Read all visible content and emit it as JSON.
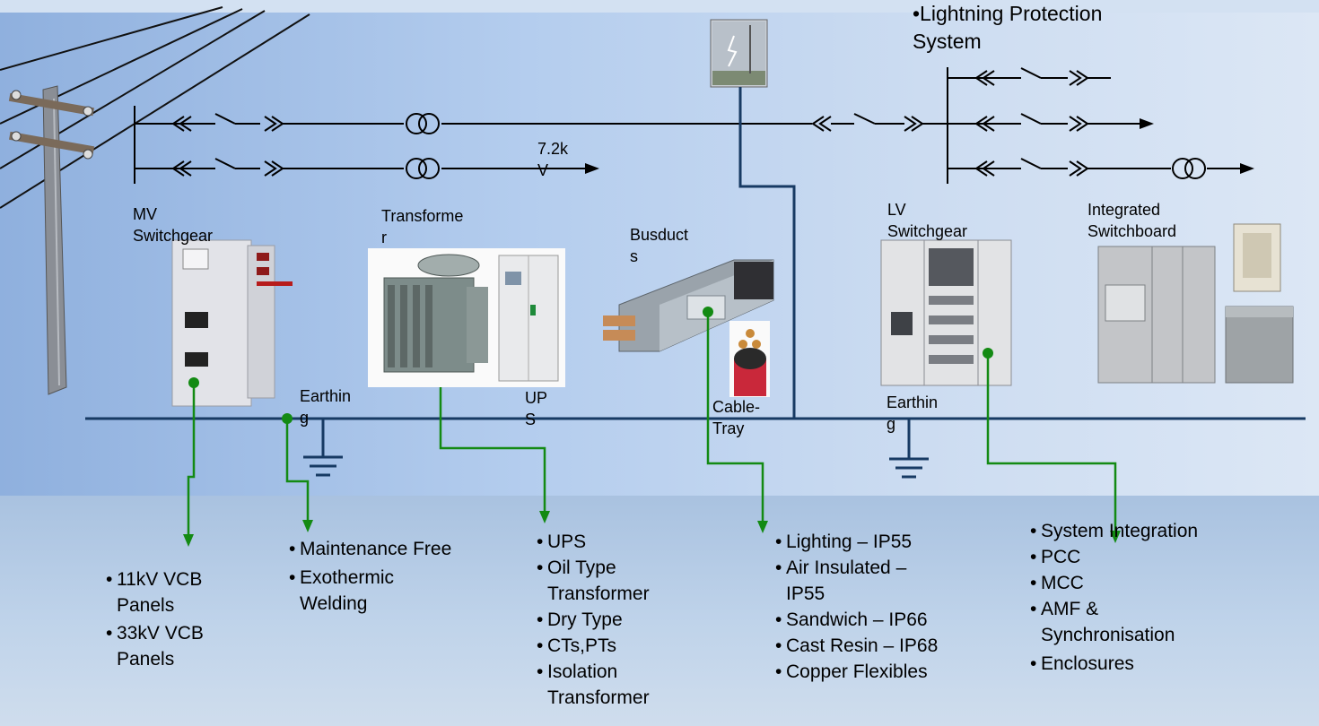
{
  "labels": {
    "lightning": "•Lightning      Protection\nSystem",
    "voltage": "7.2k\nV",
    "mv_switchgear": "MV\nSwitchgear",
    "transformer": "Transforme\nr",
    "busducts": "Busduct\ns",
    "lv_switchgear": "LV\nSwitchgear",
    "integrated_switchboard": "Integrated\nSwitchboard",
    "earthing_1": "Earthin\ng",
    "earthing_2": "Earthin\ng",
    "ups": "UP\nS",
    "cable_tray": "Cable-\nTray"
  },
  "lists": {
    "mv": [
      "11kV VCB\nPanels",
      "33kV VCB\nPanels"
    ],
    "earthing": [
      "Maintenance Free",
      "Exothermic\nWelding"
    ],
    "transformer": [
      "UPS",
      "Oil Type\nTransformer",
      "Dry Type",
      "CTs,PTs",
      "Isolation\nTransformer"
    ],
    "busduct": [
      "Lighting – IP55",
      "Air Insulated –\nIP55",
      "Sandwich – IP66",
      "Cast Resin – IP68",
      "Copper Flexibles"
    ],
    "lv": [
      "System Integration",
      "PCC",
      "MCC",
      "AMF &\nSynchronisation",
      "Enclosures"
    ]
  },
  "colors": {
    "connector": "#138a13",
    "bus_line": "#173a63",
    "single_line": "#000000"
  }
}
